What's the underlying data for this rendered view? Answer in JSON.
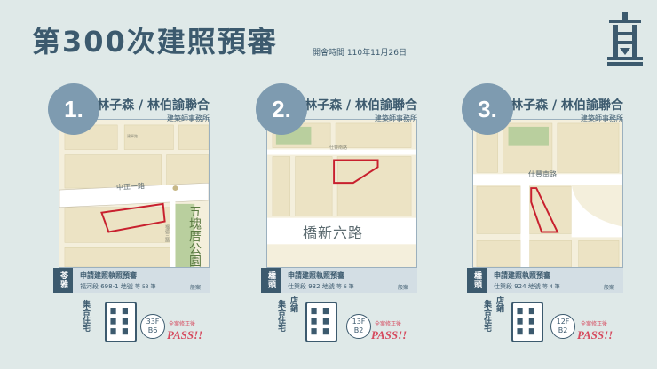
{
  "header": {
    "title": "第300次建照預審",
    "meeting_label": "開會時間",
    "meeting_date": "110年11月26日"
  },
  "cards": [
    {
      "number": "1.",
      "architect": "林子森 / 林伯諭聯合",
      "firm": "建築師事務所",
      "area": "苓雅",
      "permit_title": "申請建照執照預審",
      "address": "福河段 698-1 地號",
      "lots": "等 53 筆",
      "zone_type": "一般案",
      "use": "集合住宅",
      "floors_up": "33F",
      "floors_down": "B6",
      "note": "全案修正後",
      "result": "PASS!!",
      "map_labels": [
        "中正一路",
        "五塊厝公園",
        "建軍路",
        "福德三路"
      ]
    },
    {
      "number": "2.",
      "architect": "林子森 / 林伯諭聯合",
      "firm": "建築師事務所",
      "area": "橋頭",
      "permit_title": "申請建照執照預審",
      "address": "仕興段 932 地號",
      "lots": "等 6 筆",
      "zone_type": "一般案",
      "use": "集合住宅",
      "use_sub": "店鋪",
      "floors_up": "13F",
      "floors_down": "B2",
      "note": "全案修正後",
      "result": "PASS!!",
      "map_labels": [
        "橋新六路",
        "仕豐南路"
      ]
    },
    {
      "number": "3.",
      "architect": "林子森 / 林伯諭聯合",
      "firm": "建築師事務所",
      "area": "橋頭",
      "permit_title": "申請建照執照預審",
      "address": "仕興段 924 地號",
      "lots": "等 4 筆",
      "zone_type": "一般案",
      "use": "集合住宅",
      "use_sub": "店鋪",
      "floors_up": "12F",
      "floors_down": "B2",
      "note": "全案修正後",
      "result": "PASS!!",
      "map_labels": [
        "仕豐南路"
      ]
    }
  ],
  "colors": {
    "background": "#dfe9e8",
    "primary": "#3c5a6e",
    "badge": "#7e9bb0",
    "site_outline": "#c8202e",
    "pass": "#d64a5e"
  }
}
